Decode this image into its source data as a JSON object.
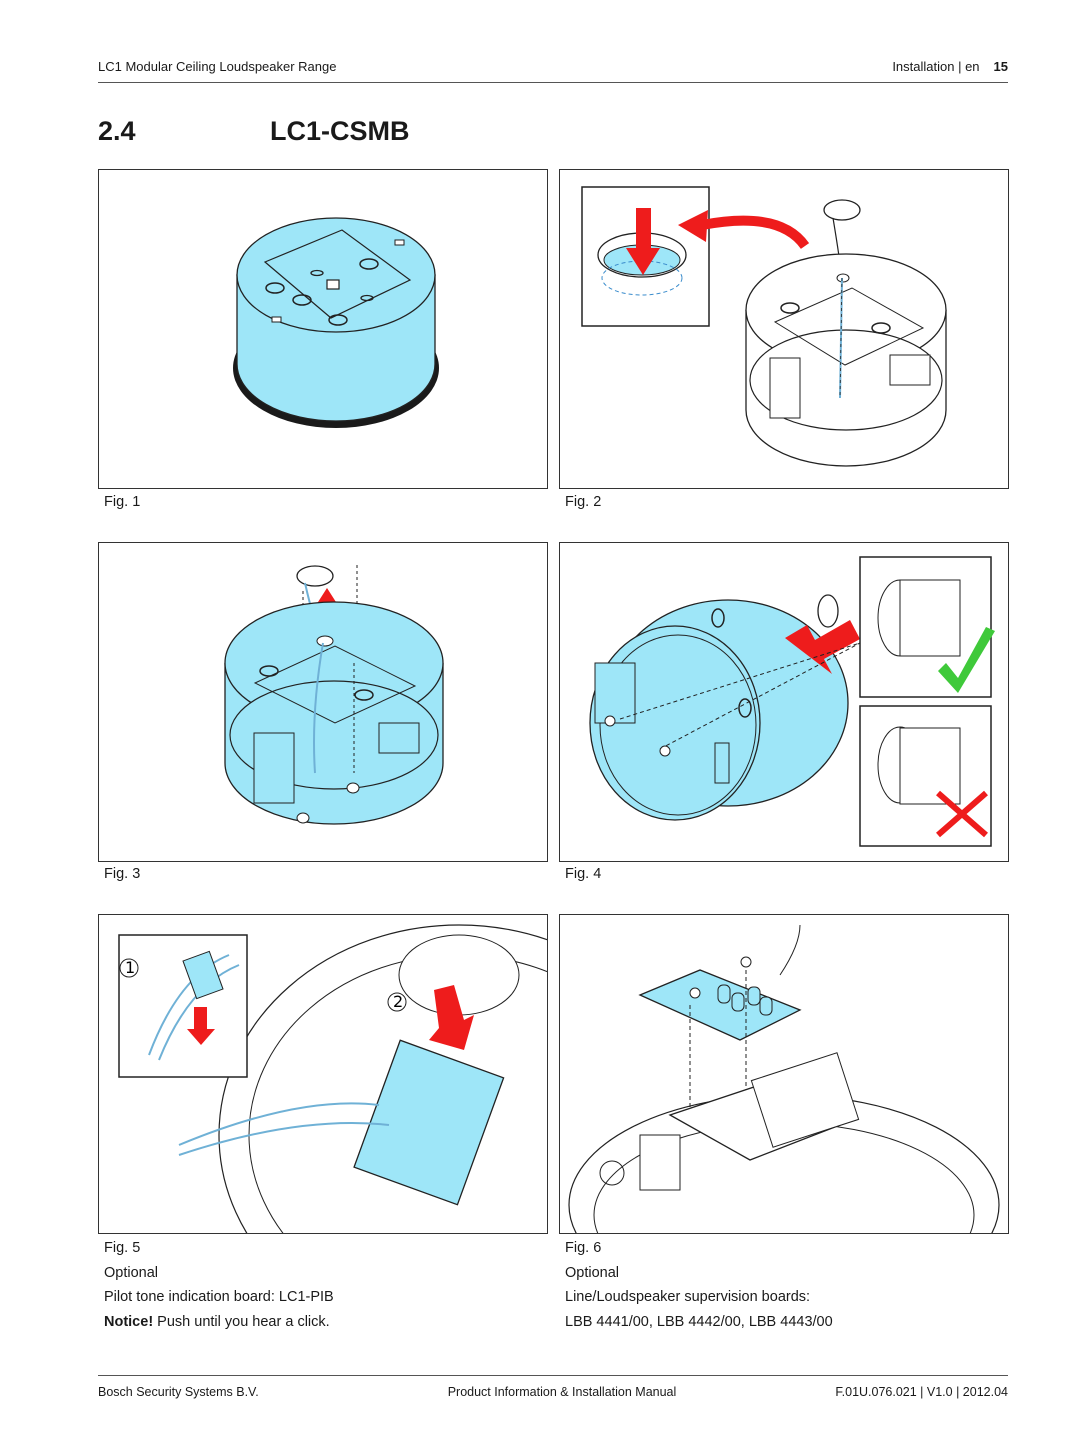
{
  "header": {
    "doc_title": "LC1 Modular Ceiling Loudspeaker Range",
    "section": "Installation | en",
    "page_number": "15"
  },
  "section": {
    "number": "2.4",
    "title": "LC1-CSMB"
  },
  "figures": {
    "fig1": {
      "label": "Fig. 1"
    },
    "fig2": {
      "label": "Fig. 2"
    },
    "fig3": {
      "label": "Fig. 3"
    },
    "fig4": {
      "label": "Fig. 4"
    },
    "fig5": {
      "label": "Fig. 5",
      "line1": "Optional",
      "line2": "Pilot tone indication board: LC1-PIB",
      "notice_bold": "Notice!",
      "notice_text": " Push until you hear a click.",
      "marker1": "1",
      "marker2": "2"
    },
    "fig6": {
      "label": "Fig. 6",
      "line1": "Optional",
      "line2": "Line/Loudspeaker supervision boards:",
      "line3": "LBB 4441/00, LBB 4442/00, LBB 4443/00"
    }
  },
  "footer": {
    "company": "Bosch Security Systems B.V.",
    "doc_type": "Product Information & Installation Manual",
    "doc_ref": "F.01U.076.021 | V1.0 | 2012.04"
  },
  "colors": {
    "fill_blue": "#9ee6f8",
    "arrow_red": "#ee1c1c",
    "check_green": "#3fc93a",
    "cable_blue": "#6fb1d6"
  }
}
